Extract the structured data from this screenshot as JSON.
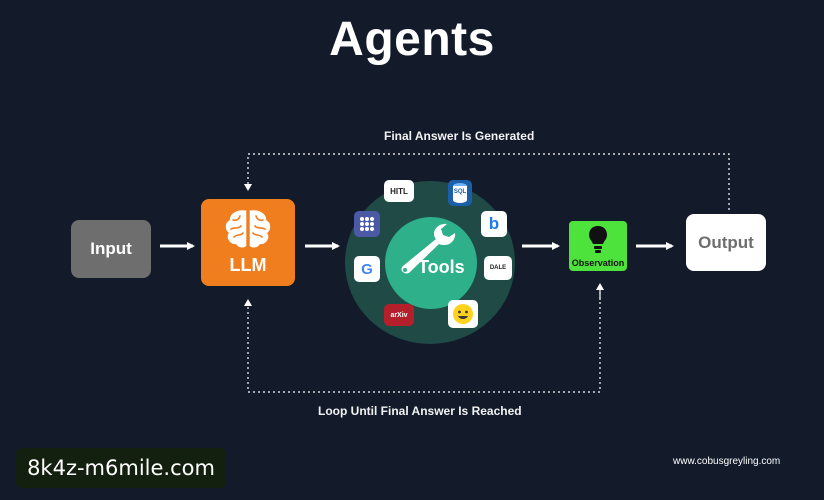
{
  "title": "Agents",
  "loop_top_label": "Final Answer Is Generated",
  "loop_bottom_label": "Loop Until Final Answer Is Reached",
  "nodes": {
    "input": "Input",
    "llm": "LLM",
    "tools": "Tools",
    "observation": "Observation",
    "output": "Output"
  },
  "tools": [
    {
      "name": "HITL",
      "label": "HITL",
      "icon": "hitl-icon"
    },
    {
      "name": "SQL",
      "label": "SQL",
      "icon": "sql-database-icon"
    },
    {
      "name": "Bing",
      "label": "b",
      "icon": "bing-icon"
    },
    {
      "name": "SerpAPI",
      "label": "",
      "icon": "grid-icon"
    },
    {
      "name": "Google",
      "label": "G",
      "icon": "google-icon"
    },
    {
      "name": "Dalle",
      "label": "DALE",
      "icon": "dalle-icon"
    },
    {
      "name": "arXiv",
      "label": "arXiv",
      "icon": "arxiv-icon"
    },
    {
      "name": "Hugging Face",
      "label": "",
      "icon": "hugging-face-icon"
    }
  ],
  "watermark": "8k4z-m6mile.com",
  "credit": "www.cobusgreyling.com",
  "colors": {
    "background": "#131b2b",
    "input": "#6e6e6e",
    "llm": "#f07e1f",
    "tools_outer": "#1f4a46",
    "tools_inner": "#2eb08a",
    "observation": "#4ee23c",
    "output": "#ffffff"
  }
}
